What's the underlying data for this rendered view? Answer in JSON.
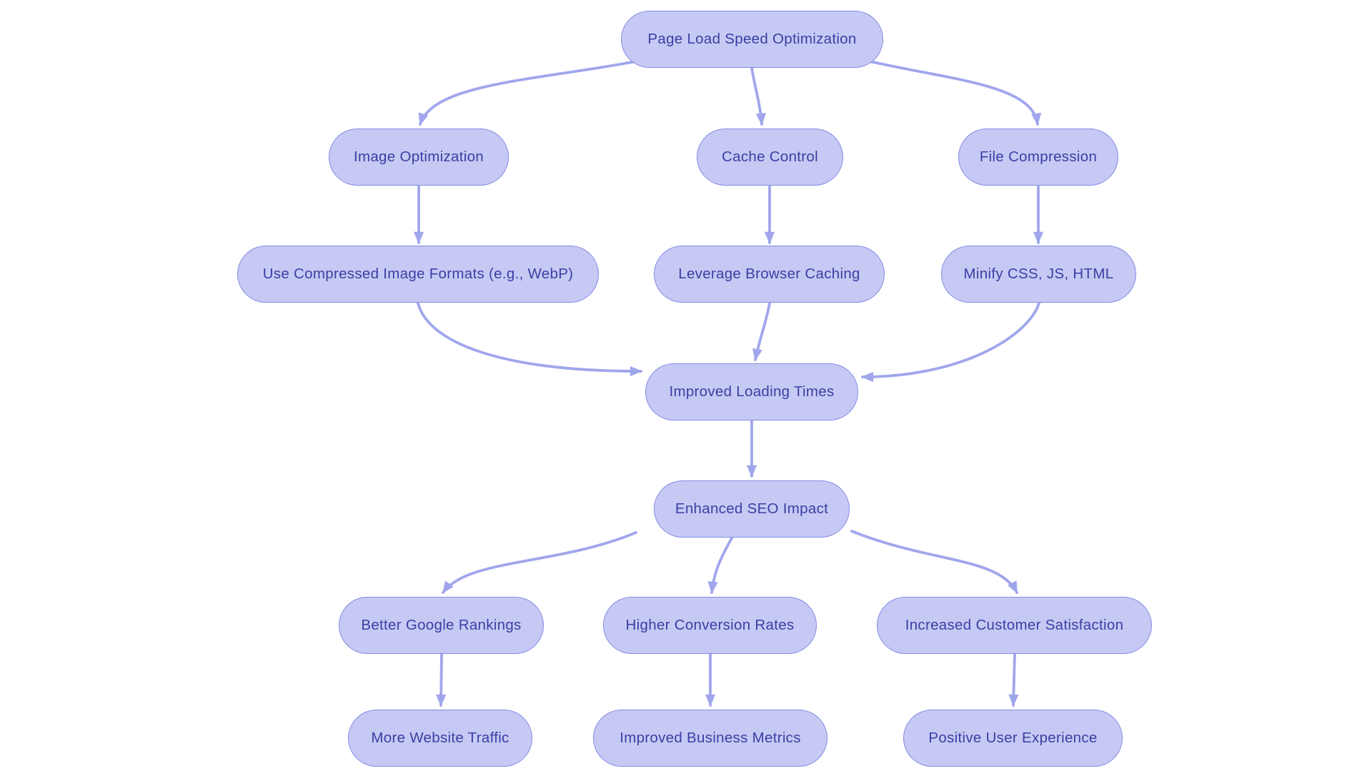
{
  "diagram": {
    "type": "flowchart",
    "nodes": [
      {
        "id": "root",
        "label": "Page Load Speed Optimization"
      },
      {
        "id": "image-optimization",
        "label": "Image Optimization"
      },
      {
        "id": "cache-control",
        "label": "Cache Control"
      },
      {
        "id": "file-compression",
        "label": "File Compression"
      },
      {
        "id": "use-webp",
        "label": "Use Compressed Image Formats (e.g., WebP)"
      },
      {
        "id": "browser-caching",
        "label": "Leverage Browser Caching"
      },
      {
        "id": "minify",
        "label": "Minify CSS, JS, HTML"
      },
      {
        "id": "improved-loading",
        "label": "Improved Loading Times"
      },
      {
        "id": "seo-impact",
        "label": "Enhanced SEO Impact"
      },
      {
        "id": "google-rankings",
        "label": "Better Google Rankings"
      },
      {
        "id": "conversion-rates",
        "label": "Higher Conversion Rates"
      },
      {
        "id": "customer-satisfaction",
        "label": "Increased Customer Satisfaction"
      },
      {
        "id": "website-traffic",
        "label": "More Website Traffic"
      },
      {
        "id": "business-metrics",
        "label": "Improved Business Metrics"
      },
      {
        "id": "user-experience",
        "label": "Positive User Experience"
      }
    ],
    "edges": [
      {
        "from": "root",
        "to": "image-optimization"
      },
      {
        "from": "root",
        "to": "cache-control"
      },
      {
        "from": "root",
        "to": "file-compression"
      },
      {
        "from": "image-optimization",
        "to": "use-webp"
      },
      {
        "from": "cache-control",
        "to": "browser-caching"
      },
      {
        "from": "file-compression",
        "to": "minify"
      },
      {
        "from": "use-webp",
        "to": "improved-loading"
      },
      {
        "from": "browser-caching",
        "to": "improved-loading"
      },
      {
        "from": "minify",
        "to": "improved-loading"
      },
      {
        "from": "improved-loading",
        "to": "seo-impact"
      },
      {
        "from": "seo-impact",
        "to": "google-rankings"
      },
      {
        "from": "seo-impact",
        "to": "conversion-rates"
      },
      {
        "from": "seo-impact",
        "to": "customer-satisfaction"
      },
      {
        "from": "google-rankings",
        "to": "website-traffic"
      },
      {
        "from": "conversion-rates",
        "to": "business-metrics"
      },
      {
        "from": "customer-satisfaction",
        "to": "user-experience"
      }
    ],
    "colors": {
      "background": "#ffffff",
      "node_fill": "#c6c9f3",
      "node_border": "#838be4",
      "node_text": "#3b3fa4",
      "edge": "#a0a6ec"
    }
  }
}
